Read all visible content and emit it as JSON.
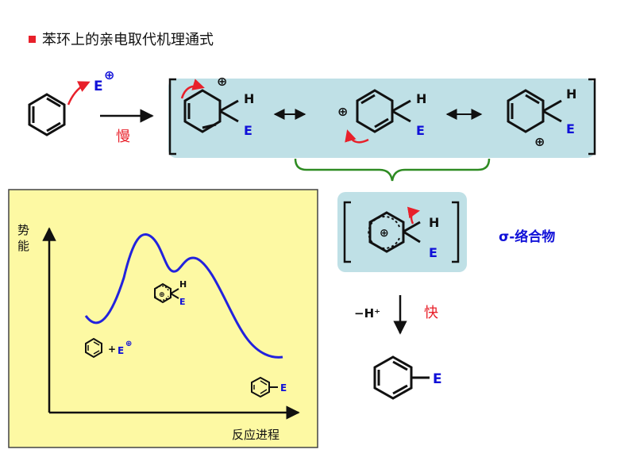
{
  "title": "苯环上的亲电取代机理通式",
  "colors": {
    "bracket_box": "#bfe0e6",
    "energy_panel": "#fdf9a3",
    "energy_curve": "#2222dd",
    "substituent_blue": "#1010d8",
    "red": "#e8202a",
    "green_brace": "#2e8b22"
  },
  "labels": {
    "electrophile": "E",
    "plus_symbol": "⊕",
    "hydrogen": "H",
    "slow": "慢",
    "fast": "快",
    "minus_h": "−H⁺",
    "sigma_complex": "σ-络合物",
    "y_axis": "势\n能",
    "x_axis": "反应进程",
    "plus_sign": "+"
  }
}
